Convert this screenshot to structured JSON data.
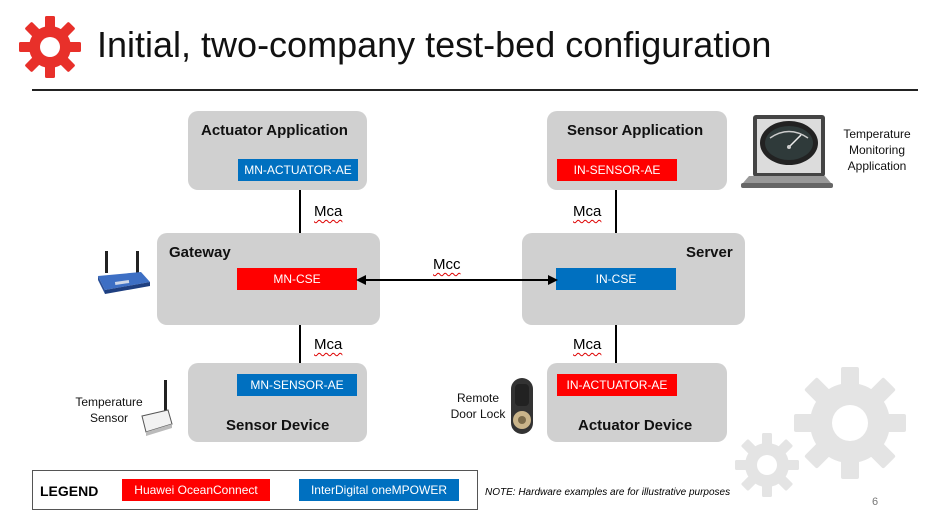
{
  "title": "Initial, two-company test-bed configuration",
  "boxes": {
    "actuator_app": {
      "title": "Actuator Application",
      "tag": "MN-ACTUATOR-AE"
    },
    "sensor_app": {
      "title": "Sensor Application",
      "tag": "IN-SENSOR-AE"
    },
    "gateway": {
      "title": "Gateway",
      "tag": "MN-CSE"
    },
    "server": {
      "title": "Server",
      "tag": "IN-CSE"
    },
    "sensor_device": {
      "title": "Sensor Device",
      "tag": "MN-SENSOR-AE"
    },
    "actuator_device": {
      "title": "Actuator Device",
      "tag": "IN-ACTUATOR-AE"
    }
  },
  "links": {
    "mca": "Mca",
    "mcc": "Mcc"
  },
  "captions": {
    "temp_monitoring": [
      "Temperature",
      "Monitoring",
      "Application"
    ],
    "temp_sensor": [
      "Temperature",
      "Sensor"
    ],
    "door_lock": [
      "Remote",
      "Door Lock"
    ]
  },
  "legend": {
    "title": "LEGEND",
    "huawei": "Huawei OceanConnect",
    "interdigital": "InterDigital oneMPOWER"
  },
  "note": "NOTE: Hardware examples are for illustrative purposes",
  "page_number": "6",
  "colors": {
    "huawei": "#ff0000",
    "interdigital": "#0070c0",
    "box": "#d0d0d0",
    "gear": "#e8302a"
  }
}
